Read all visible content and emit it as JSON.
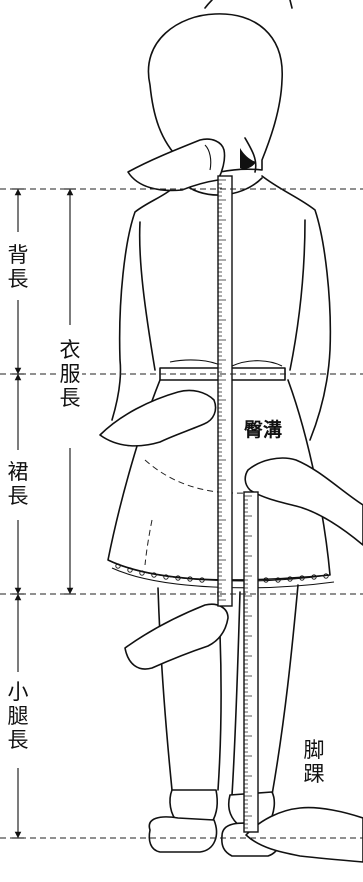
{
  "labels": {
    "back_length": "背長",
    "garment_length": "衣服長",
    "skirt_length": "裙長",
    "calf_length": "小腿長",
    "hip_groove": "臀溝",
    "ankle": "脚踝"
  }
}
